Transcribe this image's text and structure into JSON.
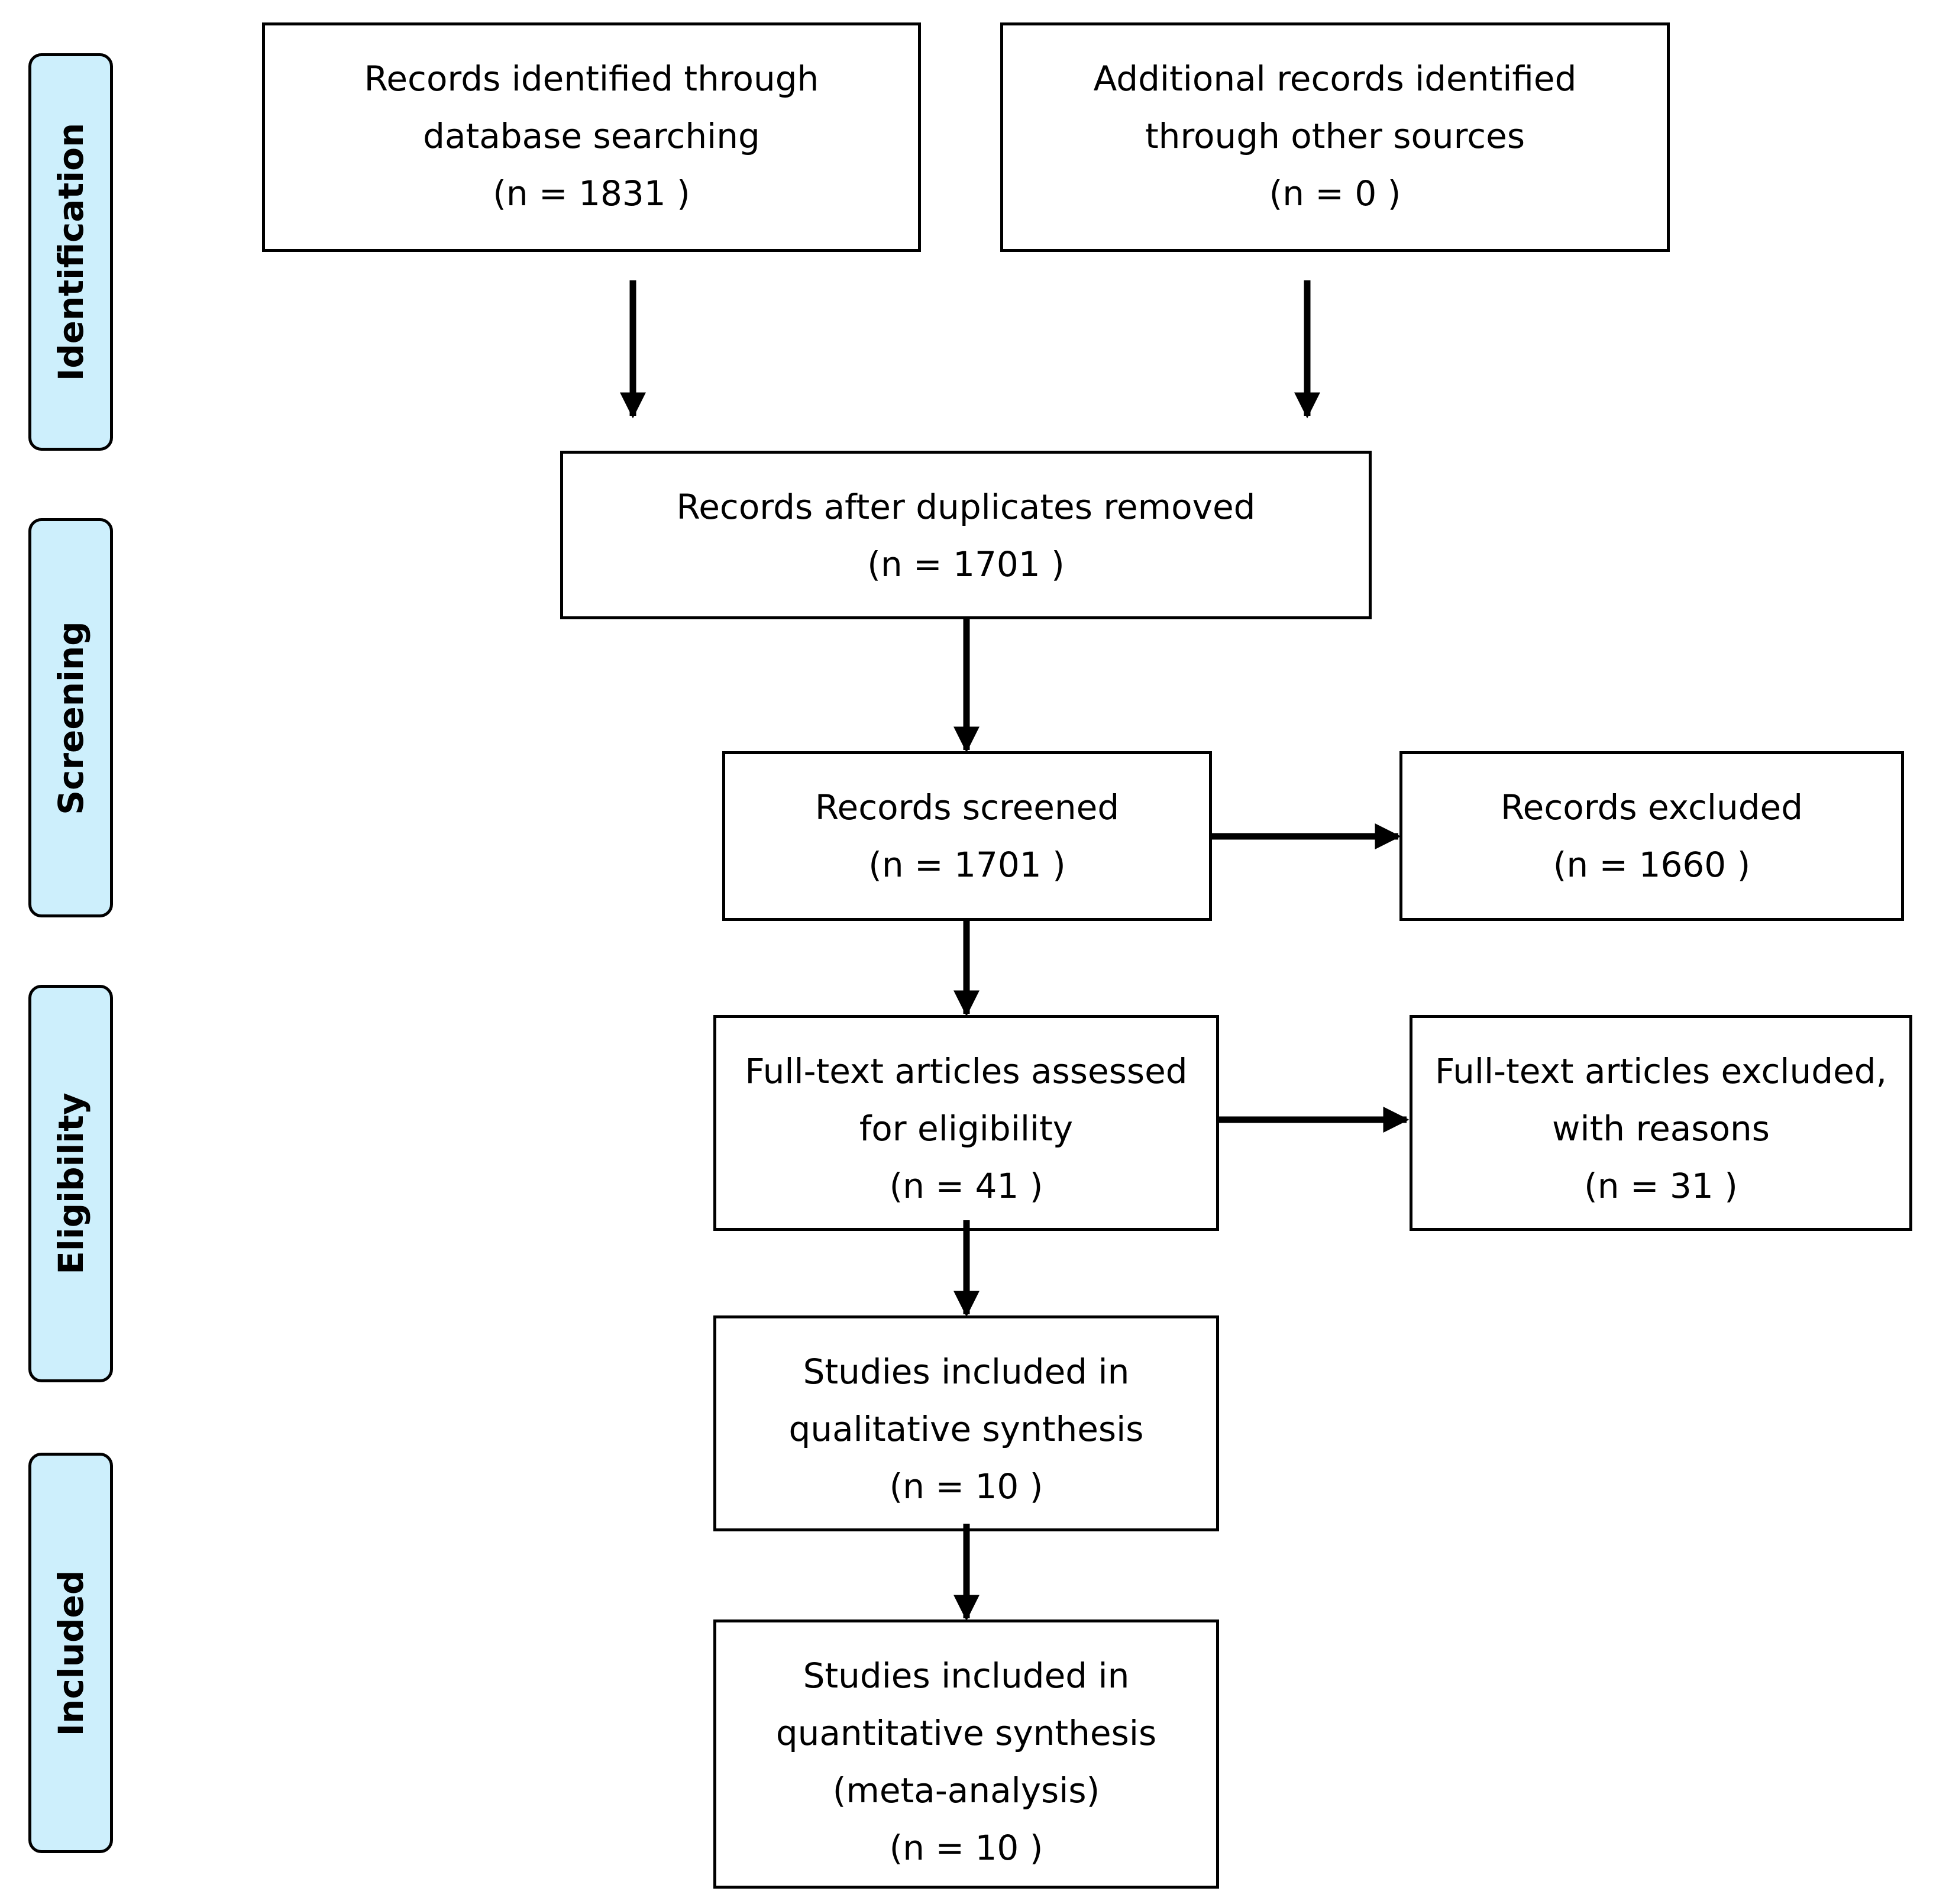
{
  "phases": {
    "identification": "Identification",
    "screening": "Screening",
    "eligibility": "Eligibility",
    "included": "Included"
  },
  "boxes": {
    "database_records": [
      "Records identified through",
      "database searching",
      "(n =  1831 )"
    ],
    "other_records": [
      "Additional records identified",
      "through other sources",
      "(n = 0 )"
    ],
    "after_duplicates": [
      "Records after duplicates removed",
      "(n =  1701 )"
    ],
    "screened": [
      "Records screened",
      "(n =  1701 )"
    ],
    "excluded": [
      "Records excluded",
      "(n = 1660 )"
    ],
    "fulltext_assessed": [
      "Full-text articles assessed",
      "for eligibility",
      "(n = 41 )"
    ],
    "fulltext_excluded": [
      "Full-text articles excluded,",
      "with reasons",
      "(n = 31 )"
    ],
    "qualitative": [
      "Studies included in",
      "qualitative synthesis",
      "(n = 10  )"
    ],
    "quantitative": [
      "Studies included in",
      "quantitative synthesis",
      "(meta-analysis)",
      "(n =  10 )"
    ]
  },
  "colors": {
    "phase_fill": "#cdeffc",
    "stroke": "#000000",
    "box_fill": "#ffffff"
  }
}
